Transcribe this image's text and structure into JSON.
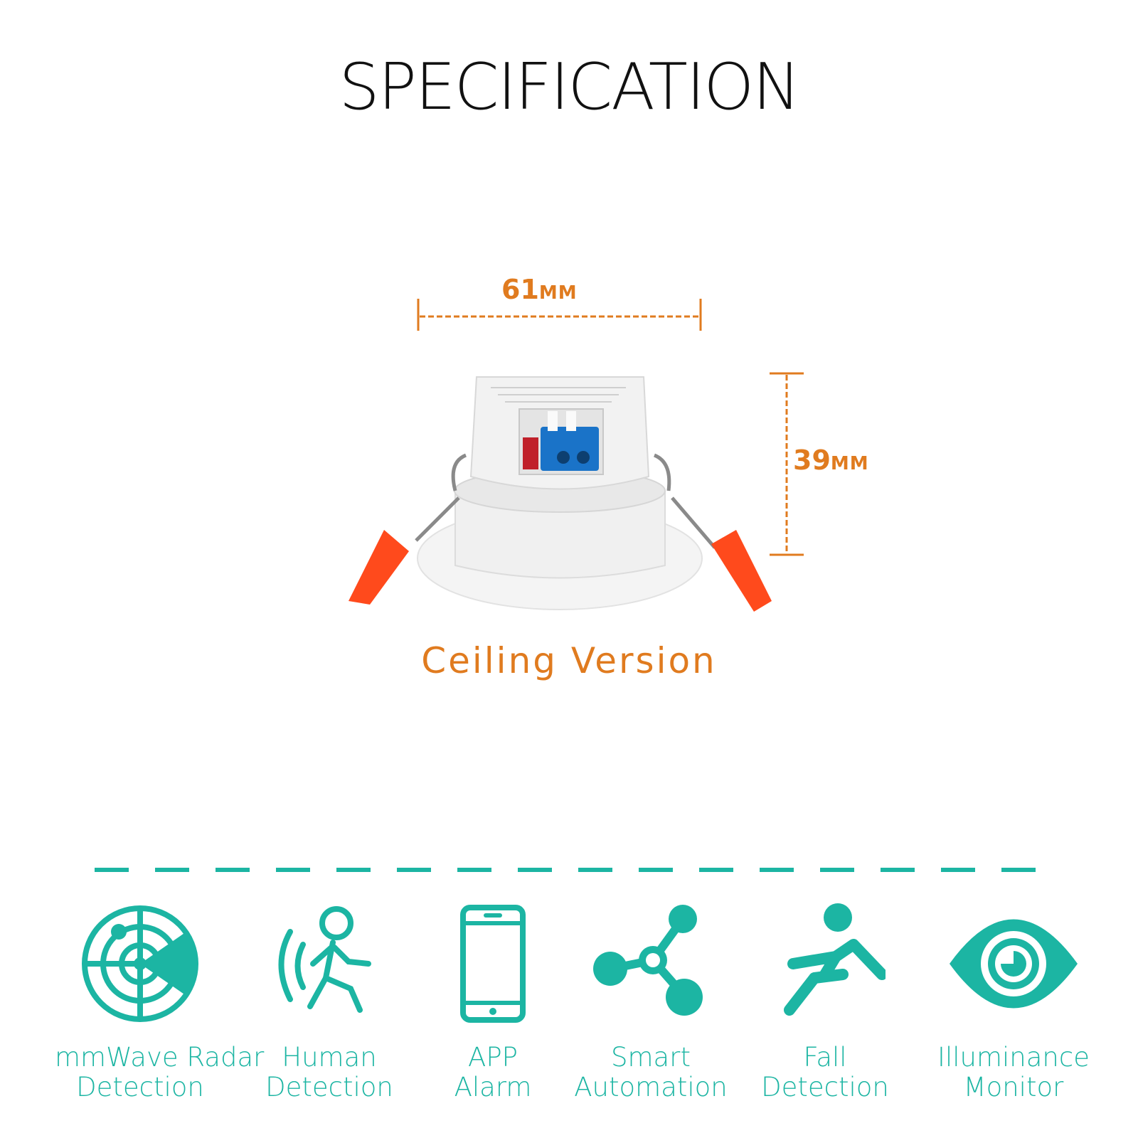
{
  "header": {
    "title": "SPECIFICATION"
  },
  "product": {
    "width_value": "61",
    "width_unit": "MM",
    "height_value": "39",
    "height_unit": "MM",
    "caption": "Ceiling Version"
  },
  "colors": {
    "accent_orange": "#E07B1F",
    "accent_teal": "#1CB5A3"
  },
  "features": [
    {
      "icon": "radar-icon",
      "line1": "mmWave Radar",
      "line2": "Detection"
    },
    {
      "icon": "human-motion-icon",
      "line1": "Human",
      "line2": "Detection"
    },
    {
      "icon": "smartphone-icon",
      "line1": "APP",
      "line2": "Alarm"
    },
    {
      "icon": "share-network-icon",
      "line1": "Smart",
      "line2": "Automation"
    },
    {
      "icon": "fall-person-icon",
      "line1": "Fall",
      "line2": "Detection"
    },
    {
      "icon": "eye-icon",
      "line1": "Illuminance",
      "line2": "Monitor"
    }
  ]
}
